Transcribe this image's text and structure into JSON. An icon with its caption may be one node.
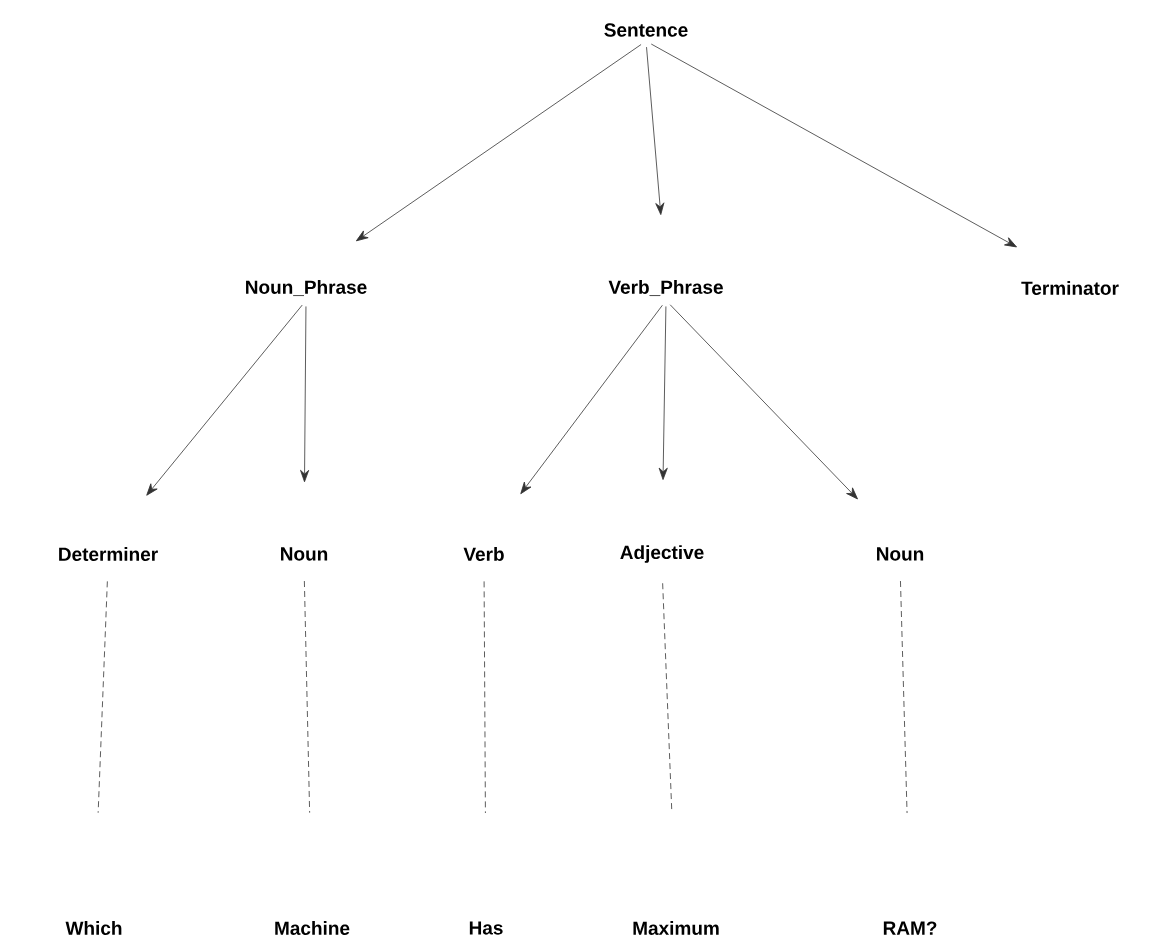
{
  "diagram": {
    "nodes": [
      {
        "text": [
          "Sentence"
        ]
      },
      {
        "text": [
          "Noun_Phrase"
        ]
      },
      {
        "text": [
          "Verb_Phrase"
        ]
      },
      {
        "text": [
          "Terminator"
        ]
      },
      {
        "text": [
          "Determiner"
        ]
      },
      {
        "text": [
          "Noun"
        ]
      },
      {
        "text": [
          "Verb"
        ]
      },
      {
        "text": [
          "Adjective"
        ]
      },
      {
        "text": [
          "Noun"
        ]
      },
      {
        "text": [
          "Which"
        ]
      },
      {
        "text": [
          "Machine"
        ]
      },
      {
        "text": [
          "Has"
        ]
      },
      {
        "text": [
          "Maximum"
        ]
      },
      {
        "text": [
          "RAM?"
        ]
      }
    ],
    "edges": [
      {
        "from": 0,
        "to": 1,
        "arrow": "to"
      },
      {
        "from": 0,
        "to": 2,
        "arrow": "to"
      },
      {
        "from": 0,
        "to": 3,
        "arrow": "to"
      },
      {
        "from": 1,
        "to": 4,
        "arrow": "to"
      },
      {
        "from": 1,
        "to": 5,
        "arrow": "to"
      },
      {
        "from": 2,
        "to": 6,
        "arrow": "to"
      },
      {
        "from": 2,
        "to": 7,
        "arrow": "to"
      },
      {
        "from": 2,
        "to": 8,
        "arrow": "to"
      },
      {
        "from": 4,
        "to": 9,
        "arrow": "none",
        "style": "dashed"
      },
      {
        "from": 5,
        "to": 10,
        "arrow": "none",
        "style": "dashed"
      },
      {
        "from": 6,
        "to": 11,
        "arrow": "none",
        "style": "dashed"
      },
      {
        "from": 7,
        "to": 12,
        "arrow": "none",
        "style": "dashed"
      },
      {
        "from": 8,
        "to": 13,
        "arrow": "none",
        "style": "dashed"
      }
    ]
  }
}
